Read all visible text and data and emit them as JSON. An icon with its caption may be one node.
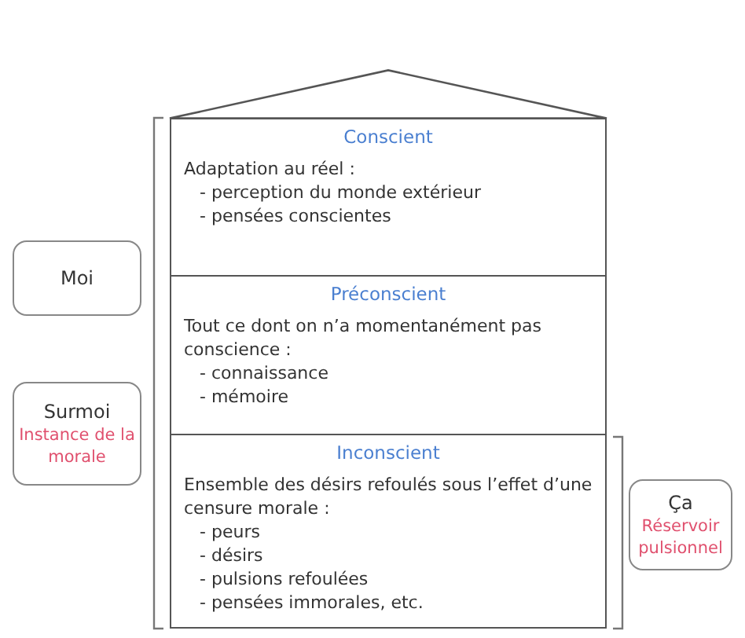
{
  "diagram": {
    "nodes": [
      {
        "text": [],
        "shape": "triangle"
      },
      {
        "text": [
          "Conscient",
          "Adaptation au réel :",
          "- perception du monde extérieur",
          "- pensées conscientes"
        ]
      },
      {
        "text": [
          "Préconscient",
          "Tout ce dont on n’a momentanément pas conscience :",
          "- connaissance",
          "- mémoire"
        ]
      },
      {
        "text": [
          "Inconscient",
          "Ensemble des désirs refoulés sous l’effet d’une censure morale :",
          "- peurs",
          "- désirs",
          "- pulsions refoulées",
          "- pensées immorales, etc."
        ]
      },
      {
        "text": [
          "Moi"
        ]
      },
      {
        "text": [
          "Surmoi",
          "Instance de la morale"
        ]
      },
      {
        "text": [
          "Ça",
          "Réservoir pulsionnel"
        ]
      }
    ]
  }
}
